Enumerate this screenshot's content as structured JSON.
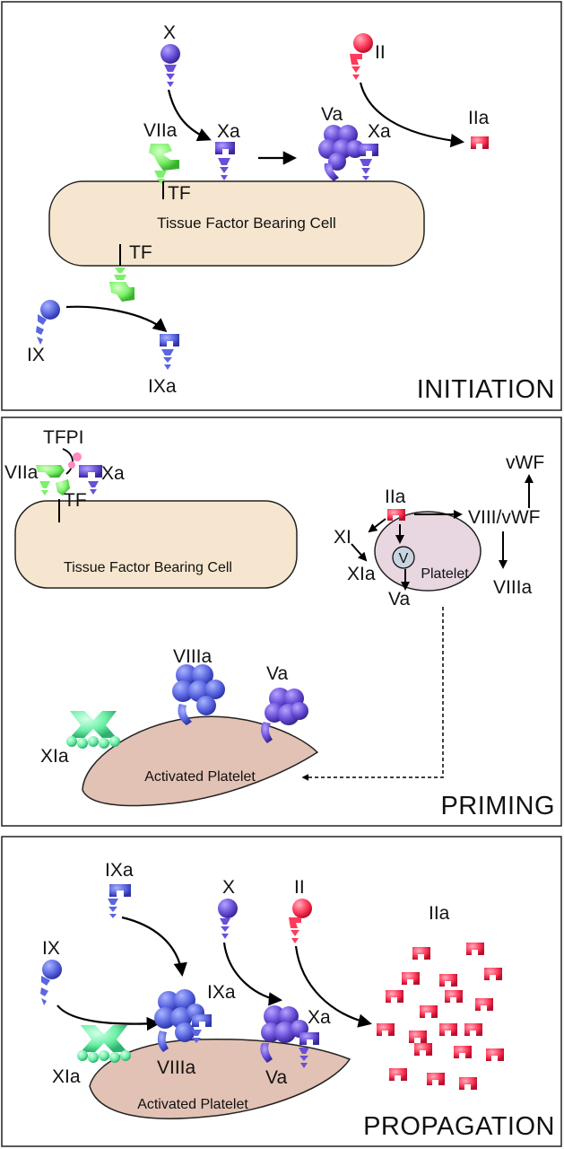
{
  "colors": {
    "cell_fill": "#f7e6cf",
    "platelet_fill": "#e8d6e0",
    "activated_platelet_fill": "#e2c2b4",
    "factor_blue": "#5b67e0",
    "factor_purple": "#6a4fd8",
    "factor_green": "#7cf06a",
    "factor_mint": "#6ef0a8",
    "thrombin_red": "#ff3a5a",
    "tfpi_pink": "#ff8ac0"
  },
  "initiation": {
    "title": "INITIATION",
    "cell_label": "Tissue Factor Bearing Cell",
    "labels": {
      "x": "X",
      "xa_1": "Xa",
      "viia": "VIIa",
      "tf_top": "TF",
      "va": "Va",
      "xa_2": "Xa",
      "ii": "II",
      "iia": "IIa",
      "tf_bottom": "TF",
      "ix": "IX",
      "ixa": "IXa"
    }
  },
  "priming": {
    "title": "PRIMING",
    "cell_label": "Tissue Factor Bearing Cell",
    "platelet_label": "Platelet",
    "v_label": "V",
    "activated_label": "Activated Platelet",
    "labels": {
      "tfpi": "TFPI",
      "viia": "VIIa",
      "xa": "Xa",
      "tf": "TF",
      "iia": "IIa",
      "xi": "XI",
      "xia": "XIa",
      "va_small": "Va",
      "viii_vwf": "VIII/vWF",
      "vwf": "vWF",
      "viiia_small": "VIIIa",
      "viiia": "VIIIa",
      "va": "Va",
      "xia_bottom": "XIa"
    }
  },
  "propagation": {
    "title": "PROPAGATION",
    "activated_label": "Activated Platelet",
    "labels": {
      "ixa_top": "IXa",
      "x": "X",
      "ii": "II",
      "iia": "IIa",
      "ix": "IX",
      "ixa": "IXa",
      "xa": "Xa",
      "xia": "XIa",
      "viiia": "VIIIa",
      "va": "Va"
    }
  }
}
